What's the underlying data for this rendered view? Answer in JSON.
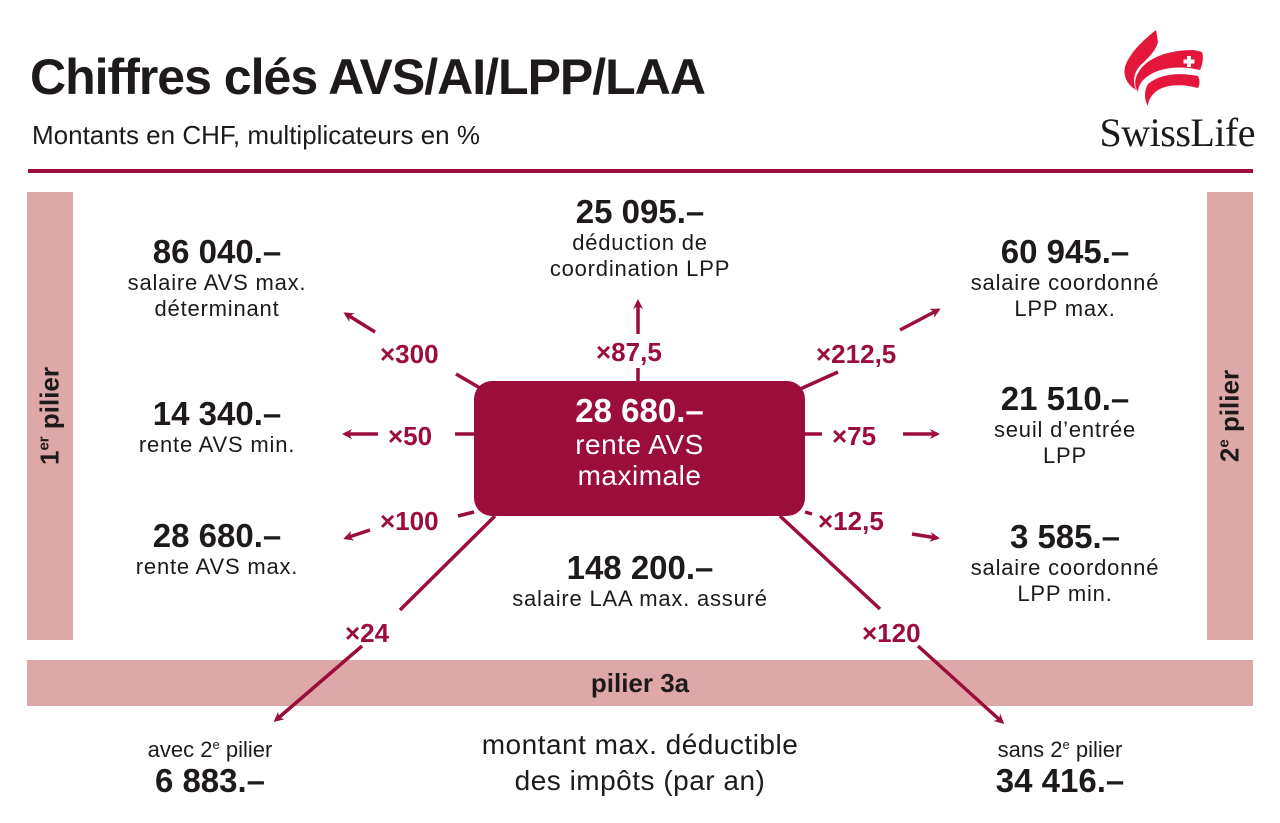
{
  "header": {
    "title": "Chiffres clés AVS/AI/LPP/LAA",
    "subtitle": "Montants en CHF, multiplicateurs en %"
  },
  "logo": {
    "brand": "SwissLife",
    "icon": "swisslife-flag-icon",
    "color": "#e4163a"
  },
  "colors": {
    "accent": "#9b0d3a",
    "pillar_band": "#dea8a8",
    "text": "#1e1a1b"
  },
  "pillars": {
    "first": {
      "num": "1",
      "sup": "er",
      "label": "pilier"
    },
    "second": {
      "num": "2",
      "sup": "e",
      "label": "pilier"
    },
    "third": {
      "label": "pilier 3a"
    }
  },
  "center": {
    "value": "28 680.–",
    "label_line1": "rente AVS",
    "label_line2": "maximale"
  },
  "nodes": {
    "top": {
      "value": "25 095.–",
      "line1": "déduction de",
      "line2": "coordination LPP",
      "multiplier": "×87,5"
    },
    "top_left": {
      "value": "86 040.–",
      "line1": "salaire AVS max.",
      "line2": "déterminant",
      "multiplier": "×300"
    },
    "mid_left": {
      "value": "14 340.–",
      "line1": "rente AVS min.",
      "multiplier": "×50"
    },
    "low_left": {
      "value": "28 680.–",
      "line1": "rente AVS max.",
      "multiplier": "×100"
    },
    "top_right": {
      "value": "60 945.–",
      "line1": "salaire coordonné",
      "line2": "LPP max.",
      "multiplier": "×212,5"
    },
    "mid_right": {
      "value": "21 510.–",
      "line1": "seuil d’entrée",
      "line2": "LPP",
      "multiplier": "×75"
    },
    "low_right": {
      "value": "3 585.–",
      "line1": "salaire coordonné",
      "line2": "LPP min.",
      "multiplier": "×12,5"
    },
    "bottom": {
      "value": "148 200.–",
      "line1": "salaire LAA max. assuré"
    }
  },
  "pillar3a": {
    "left": {
      "label_pre": "avec 2",
      "label_sup": "e",
      "label_post": " pilier",
      "value": "6 883.–",
      "multiplier": "×24"
    },
    "right": {
      "label_pre": "sans 2",
      "label_sup": "e",
      "label_post": " pilier",
      "value": "34 416.–",
      "multiplier": "×120"
    },
    "center_line1": "montant max. déductible",
    "center_line2": "des impôts (par an)"
  }
}
